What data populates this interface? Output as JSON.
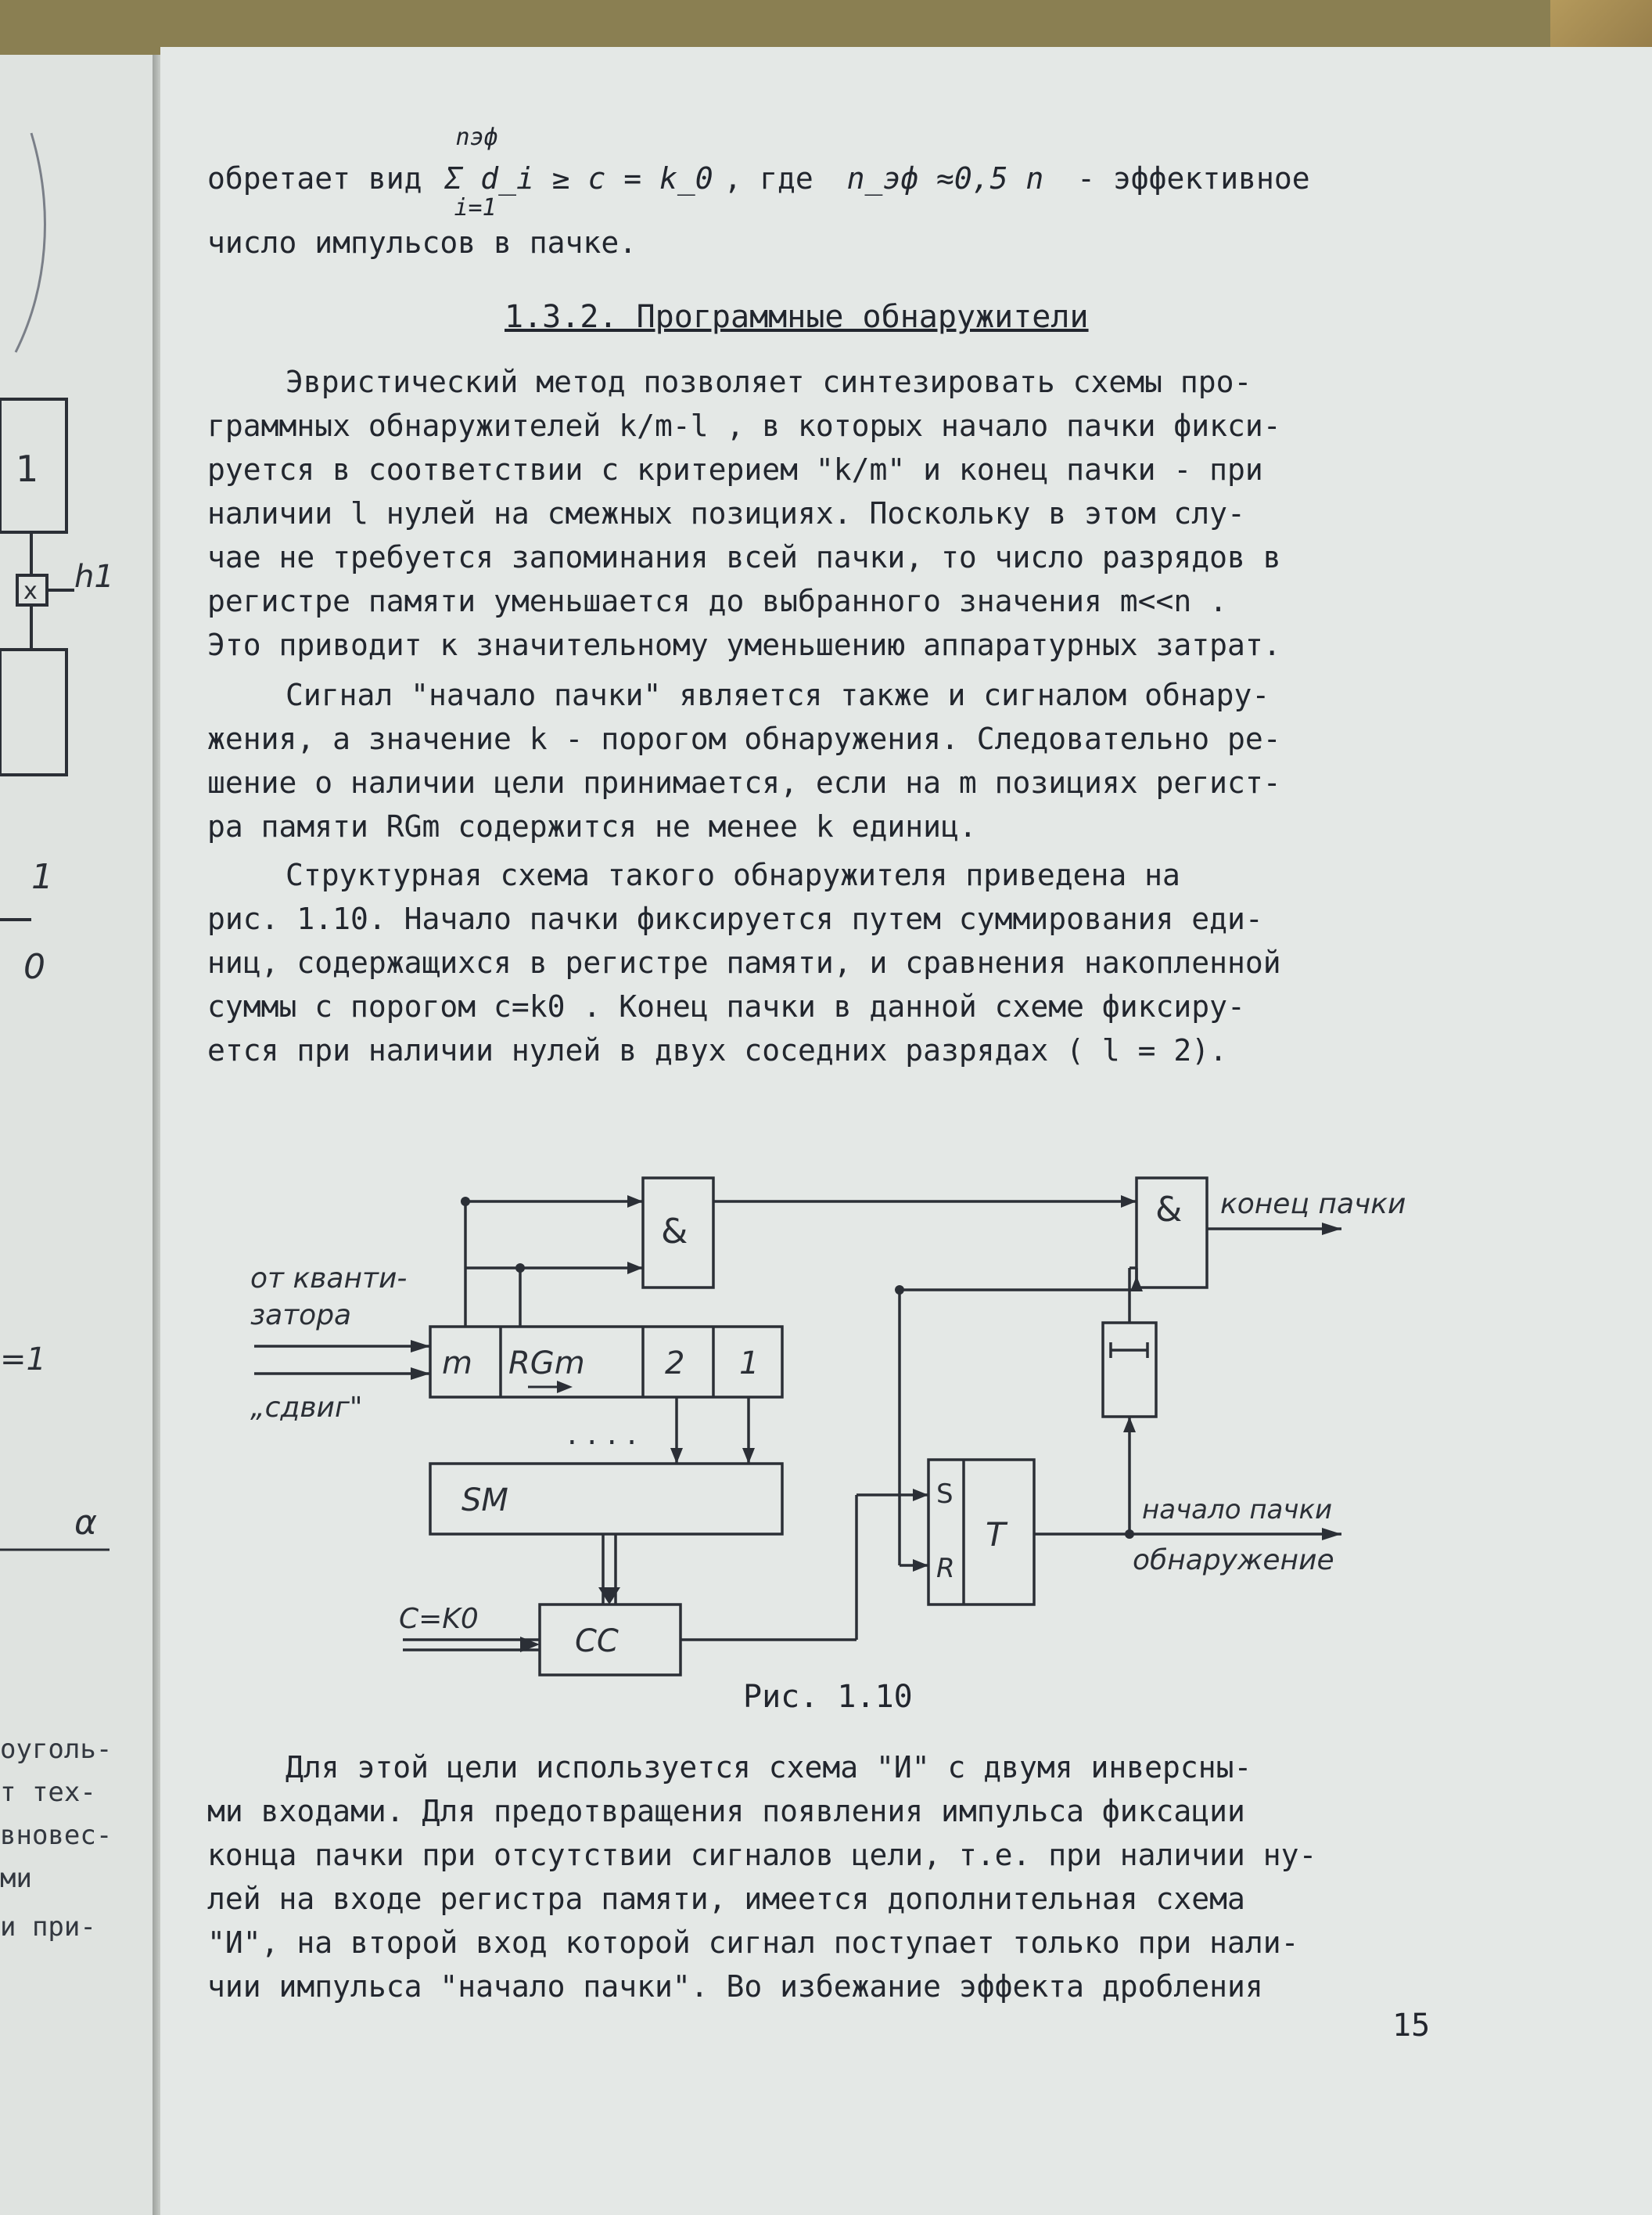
{
  "formula": {
    "prefix": "обретает вид",
    "sum_top": "nэф",
    "sum_bottom": "i=1",
    "body": "Σ d_i ≥ c = k_0",
    "where": ", где",
    "neff": "n_эф ≈0,5 n",
    "suffix": "- эффективное",
    "line2": "число импульсов в пачке."
  },
  "heading": "1.3.2. Программные обнаружители",
  "paragraphs": [
    [
      "Эвристический метод позволяет синтезировать схемы про-",
      "граммных обнаружителей k/m-l , в которых начало пачки фикси-",
      "руется в соответствии с критерием \"k/m\" и конец пачки - при",
      "наличии l нулей на смежных позициях. Поскольку в этом слу-",
      "чае не требуется запоминания всей пачки, то число разрядов в",
      "регистре памяти уменьшается до выбранного значения m<<n .",
      "Это приводит к значительному уменьшению аппаратурных затрат."
    ],
    [
      "Сигнал \"начало пачки\" является также и сигналом обнару-",
      "жения, а значение k - порогом обнаружения. Следовательно ре-",
      "шение о наличии цели принимается, если на m позициях регист-",
      "ра памяти RGm содержится не менее k единиц."
    ],
    [
      "Структурная схема такого обнаружителя приведена на",
      "рис. 1.10. Начало пачки фиксируется путем суммирования еди-",
      "ниц, содержащихся в регистре памяти, и сравнения накопленной",
      "суммы с порогом c=k0 . Конец пачки в данной схеме фиксиру-",
      "ется при наличии нулей в двух соседних разрядах ( l = 2)."
    ]
  ],
  "diagram": {
    "input_top": "от кванти-",
    "input_bottom": "затора",
    "shift": "„сдвиг\"",
    "reg_m": "m",
    "reg_rg": "RGm",
    "reg_2": "2",
    "reg_1": "1",
    "dots": ". . . .",
    "sm": "SM",
    "threshold": "C=K0",
    "cc": "CC",
    "and": "&",
    "end_burst": "конец пачки",
    "trigger_s": "S",
    "trigger_r": "R",
    "trigger_t": "T",
    "start_burst": "начало пачки",
    "detection": "обнаружение"
  },
  "caption": "Рис. 1.10",
  "paragraph4": [
    "Для этой цели используется схема \"И\" с двумя инверсны-",
    "ми входами. Для предотвращения появления импульса фиксации",
    "конца пачки при отсутствии сигналов цели, т.е. при наличии ну-",
    "лей на входе регистра памяти, имеется дополнительная схема",
    "\"И\", на второй вход которой сигнал поступает только при нали-",
    "чии импульса \"начало пачки\". Во избежание эффекта дробления"
  ],
  "page_number": "15",
  "left_page": {
    "block_label": "1",
    "h_label": "h1",
    "x_label": "x",
    "one_label": "1",
    "zero_label": "0",
    "eq_label": "=1",
    "alpha_label": "α",
    "frag1": "оуголь-",
    "frag2": "т тех-",
    "frag3": "вновес-",
    "frag4": "ми",
    "frag5": "и при-"
  }
}
